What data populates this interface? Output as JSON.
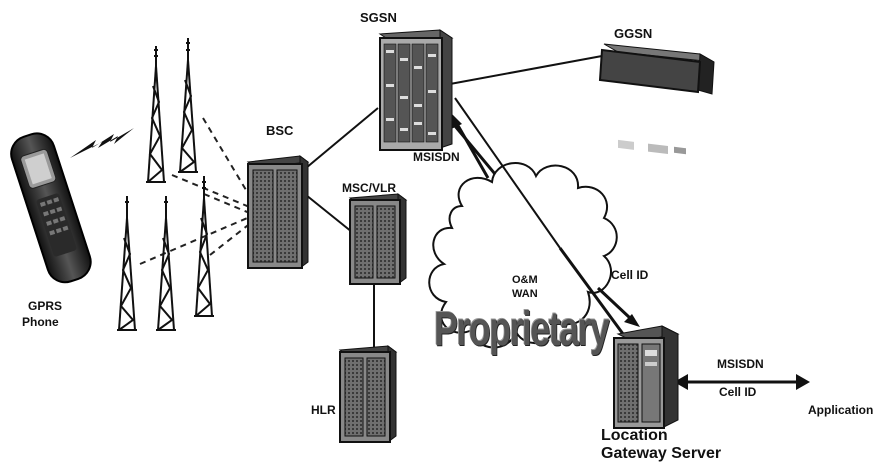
{
  "labels": {
    "sgsn": "SGSN",
    "ggsn": "GGSN",
    "bsc": "BSC",
    "msisdn_top": "MSISDN",
    "msc_vlr": "MSC/VLR",
    "cell_id_top": "Cell ID",
    "gprs": "GPRS",
    "phone": "Phone",
    "om": "O&M",
    "wan": "WAN",
    "proprietary": "Proprietary",
    "msisdn_right": "MSISDN",
    "cell_id_right": "Cell ID",
    "application": "Application",
    "hlr": "HLR",
    "location": "Location",
    "gateway_server": "Gateway Server"
  },
  "icons": [
    "phone-icon",
    "radio-wave-icon",
    "antenna-tower-icon",
    "server-rack-icon",
    "router-icon",
    "cloud-icon",
    "arrow-icon"
  ]
}
